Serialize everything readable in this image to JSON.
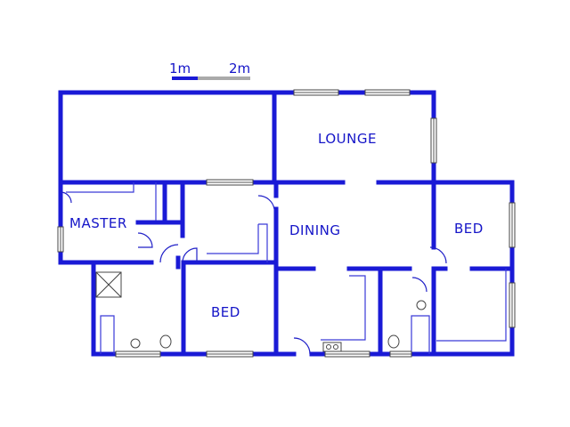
{
  "scale_bar": {
    "label_1": "1m",
    "label_2": "2m"
  },
  "rooms": {
    "lounge": "LOUNGE",
    "master": "MASTER",
    "dining": "DINING",
    "bed_right": "BED",
    "bed_bottom": "BED"
  },
  "colors": {
    "wall": "#1a1ad6",
    "label": "#1515c8",
    "fixture": "#444444"
  }
}
